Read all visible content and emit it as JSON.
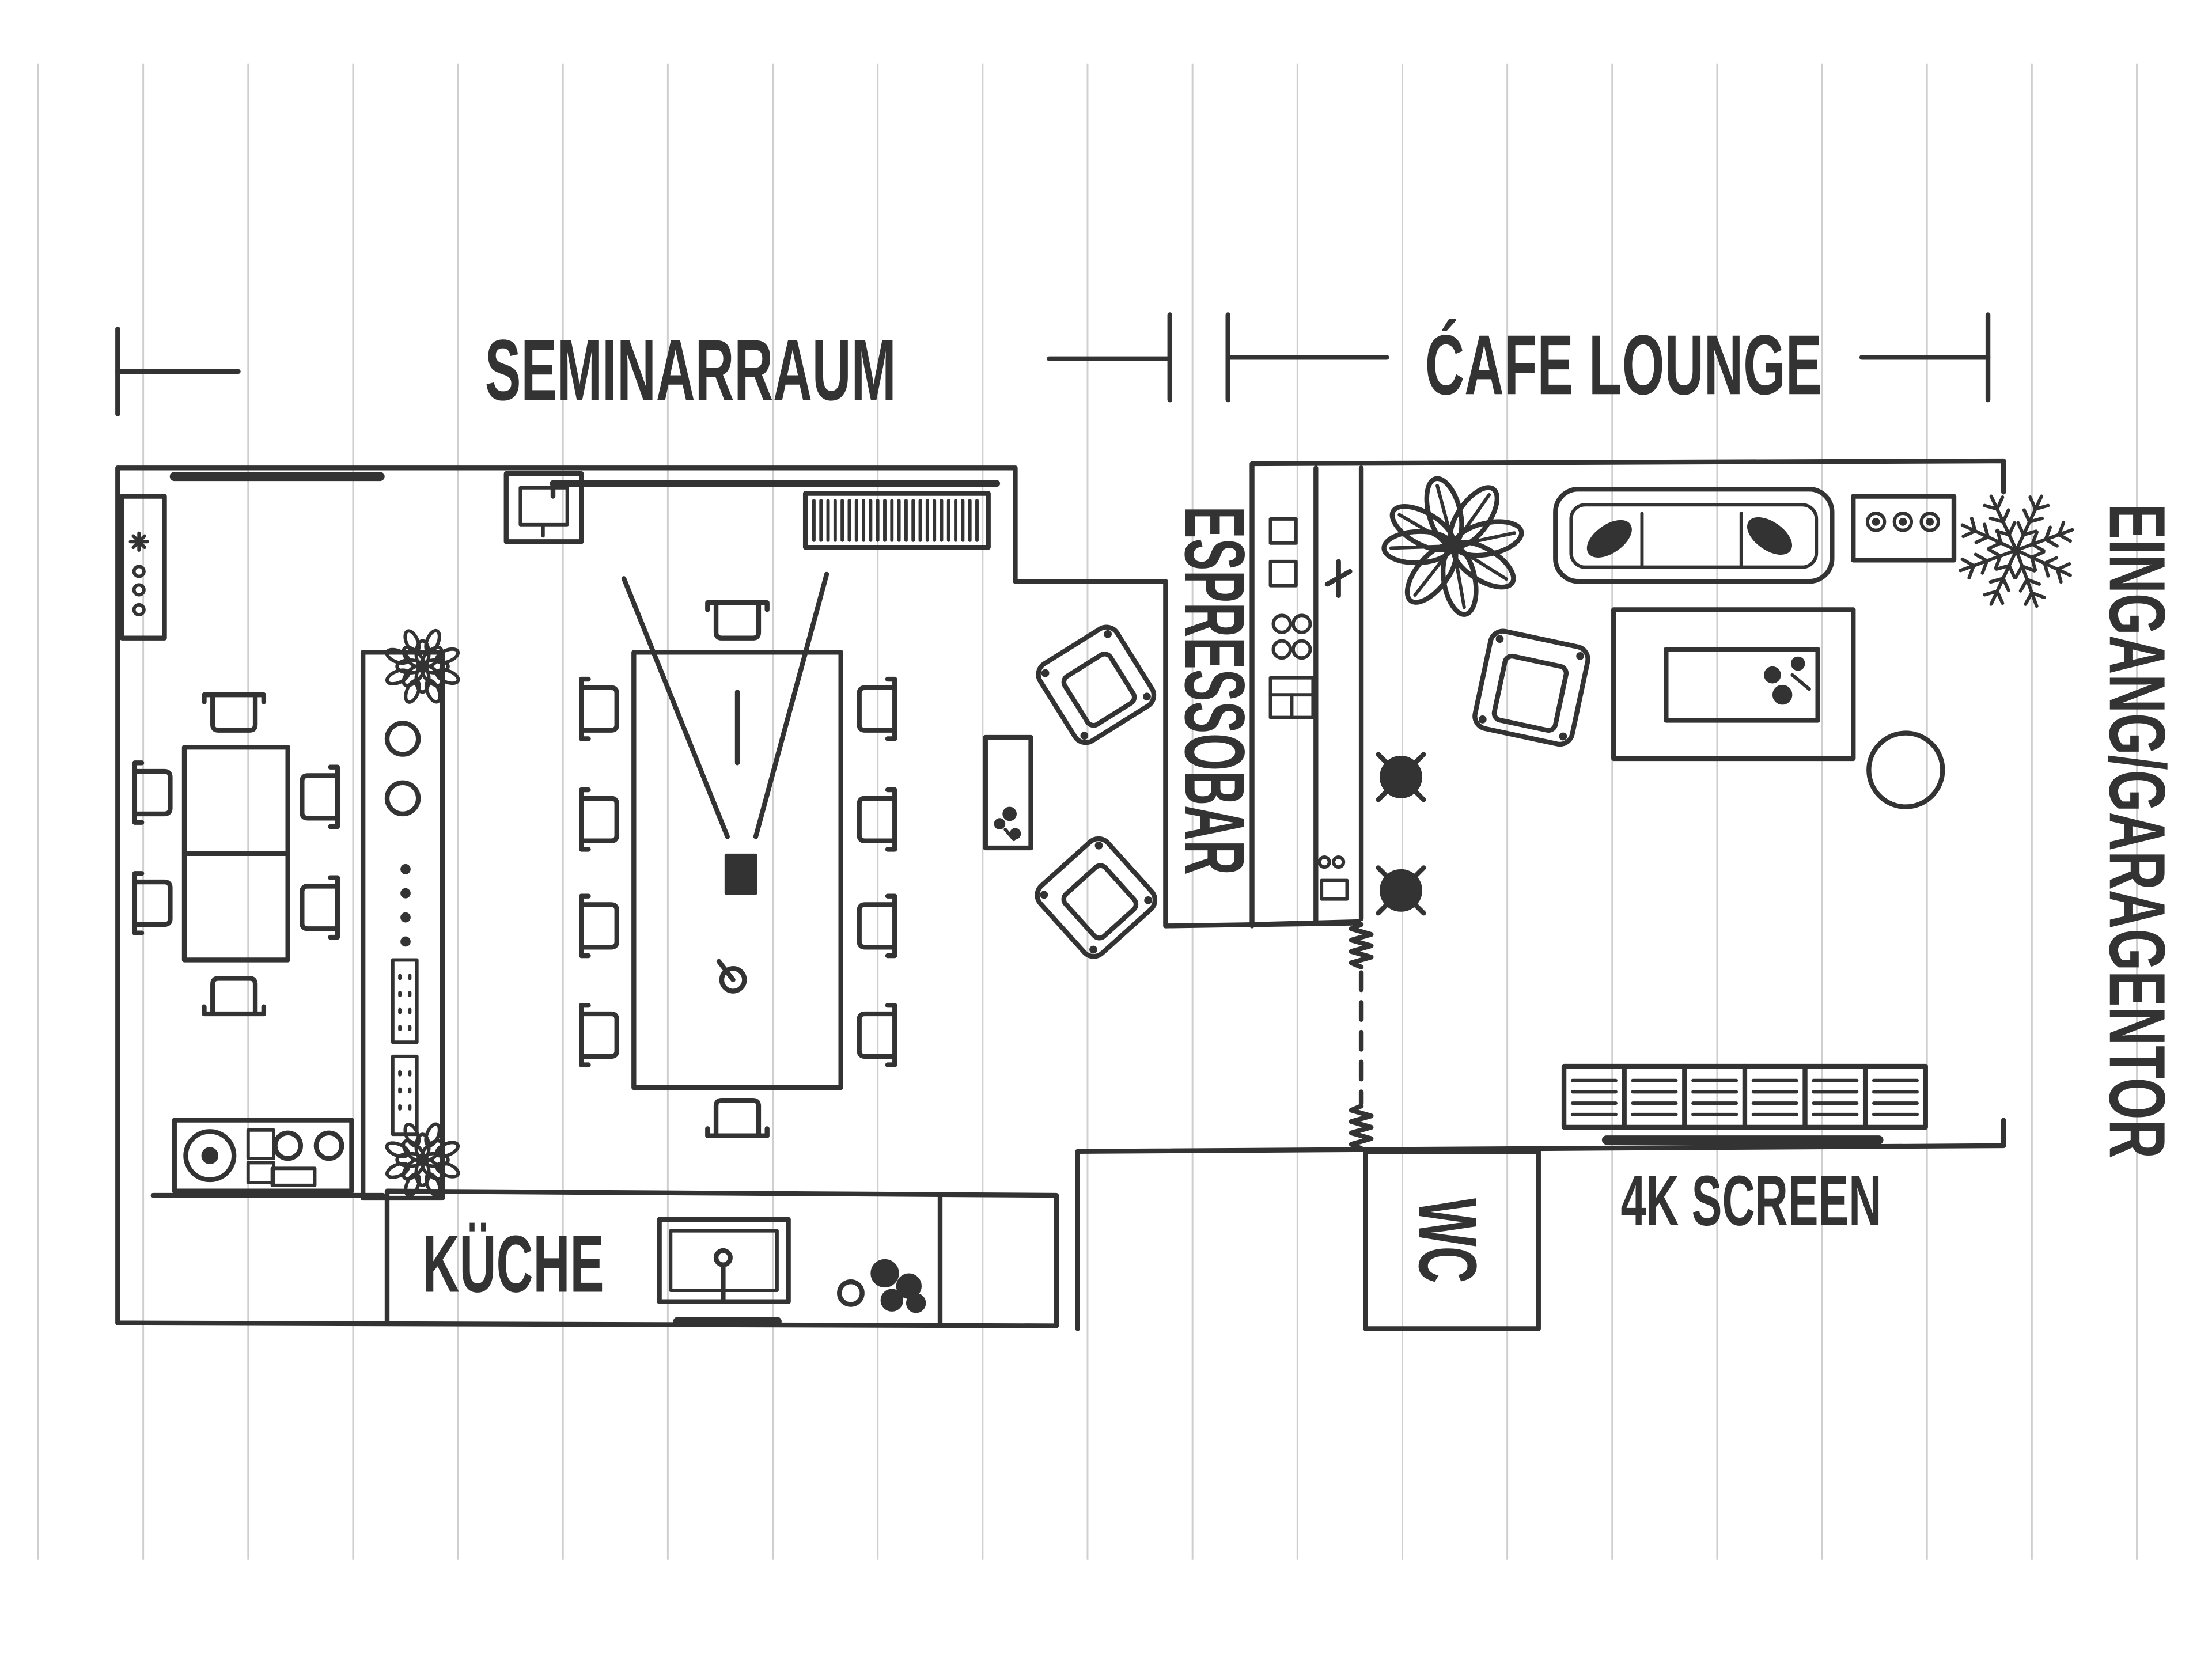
{
  "labels": {
    "seminarraum": "SEMINARRAUM",
    "cafe_lounge": "ĆAFE LOUNGE",
    "espressobar": "ESPRESSOBAR",
    "eingang_garagentor": "EINGANG/GARAGENTOR",
    "kueche": "KÜCHE",
    "wc": "WC",
    "screen": "4K SCREEN"
  },
  "colors": {
    "ink": "#333333",
    "grid": "#cfcfcf",
    "paper": "#ffffff"
  }
}
